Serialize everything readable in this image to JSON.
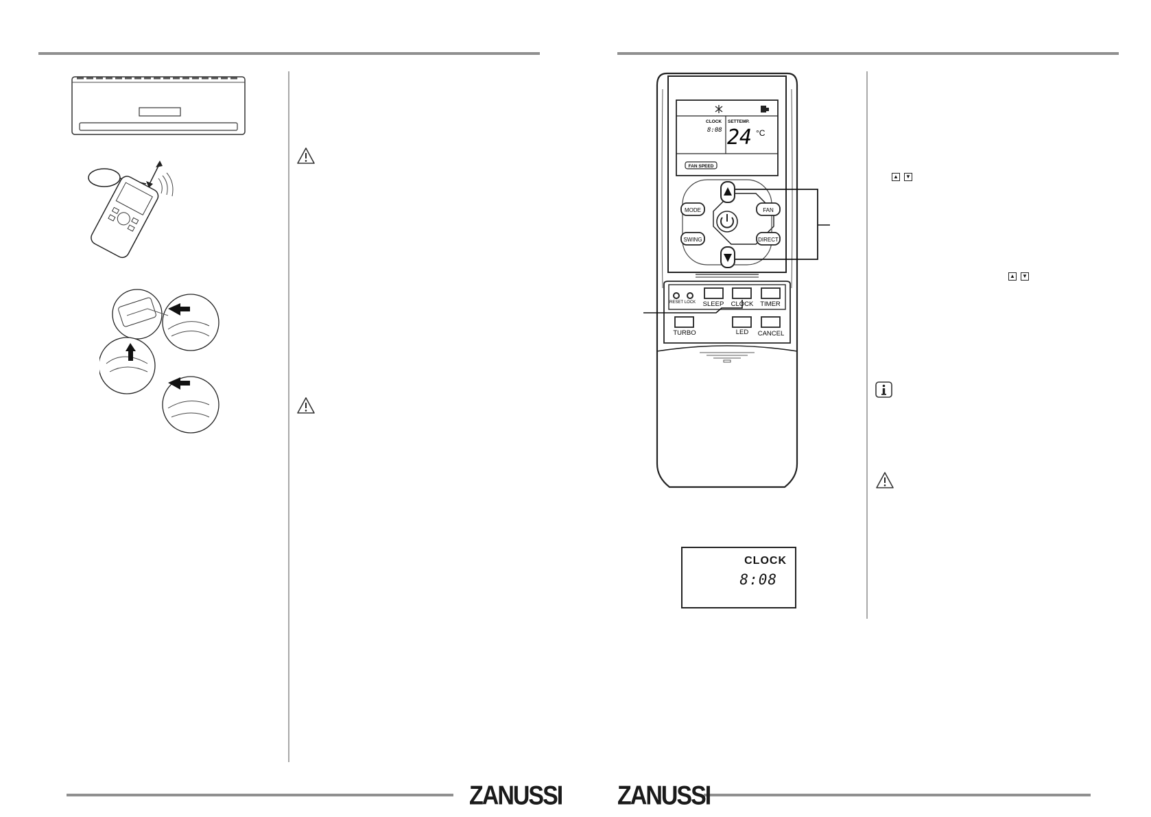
{
  "brand": {
    "left_logo": "ZANUSSI",
    "right_logo": "ZANUSSI"
  },
  "remote": {
    "lcd": {
      "clock_label": "CLOCK",
      "clock_value": "8:08",
      "settemp_label": "SETTEMP.",
      "temp_value": "24",
      "temp_unit": "°C",
      "fan_speed_label": "FAN SPEED"
    },
    "buttons": {
      "mode": "MODE",
      "fan": "FAN",
      "swing": "SWING",
      "direct": "DIRECT",
      "reset": "RESET",
      "lock": "LOCK",
      "sleep": "SLEEP",
      "clock": "CLOCK",
      "timer": "TIMER",
      "turbo": "TURBO",
      "led": "LED",
      "cancel": "CANCEL"
    }
  },
  "clock_display": {
    "label": "CLOCK",
    "value": "8:08"
  },
  "icons": [
    "warning-icon",
    "info-icon",
    "up-arrow-icon",
    "down-arrow-icon",
    "power-icon",
    "snowflake-icon"
  ]
}
